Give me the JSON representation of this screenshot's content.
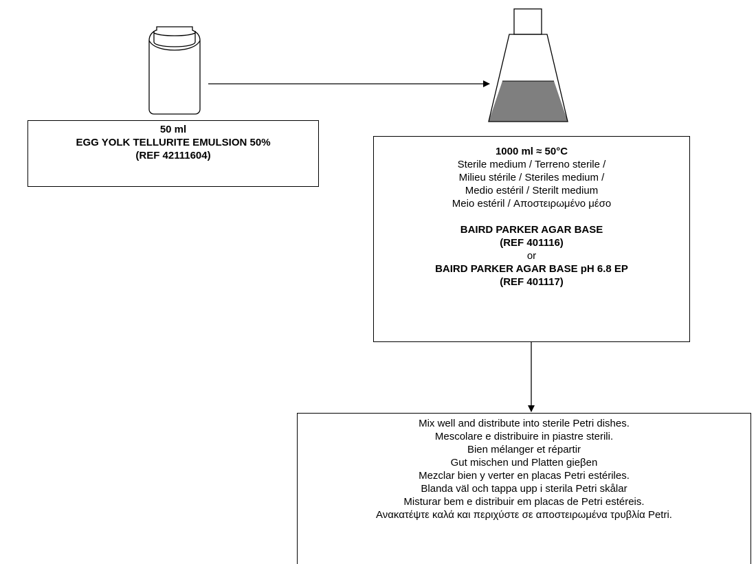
{
  "emulsion": {
    "volume": "50 ml",
    "name": "EGG YOLK TELLURITE EMULSION 50%",
    "ref": "(REF 42111604)"
  },
  "base": {
    "volume_temp": "1000 ml  ≈ 50°C",
    "medium_lines": [
      "Sterile medium / Terreno sterile /",
      "Milieu stérile / Steriles medium /",
      "Medio estéril / Sterilt medium",
      "Meio estéril /  Αποστειρωμένο μέσο"
    ],
    "option1_name": "BAIRD PARKER AGAR BASE",
    "option1_ref": "(REF 401116)",
    "or_label": "or",
    "option2_name": "BAIRD PARKER AGAR BASE pH 6.8 EP",
    "option2_ref": "(REF 401117)"
  },
  "instructions": [
    "Mix well and distribute into sterile Petri dishes.",
    "Mescolare e distribuire in piastre sterili.",
    "Bien mélanger et répartir",
    "Gut mischen und Platten gieβen",
    "Mezclar bien y verter en placas Petri estériles.",
    "Blanda väl och tappa upp i sterila Petri skålar",
    "Misturar bem e distribuir em placas de Petri estéreis.",
    "Ανακατέψτε καλά και περιχύστε σε αποστειρωμένα τρυβλία Petri."
  ],
  "colors": {
    "medium_fill": "#7f7f7f",
    "line": "#000000"
  }
}
